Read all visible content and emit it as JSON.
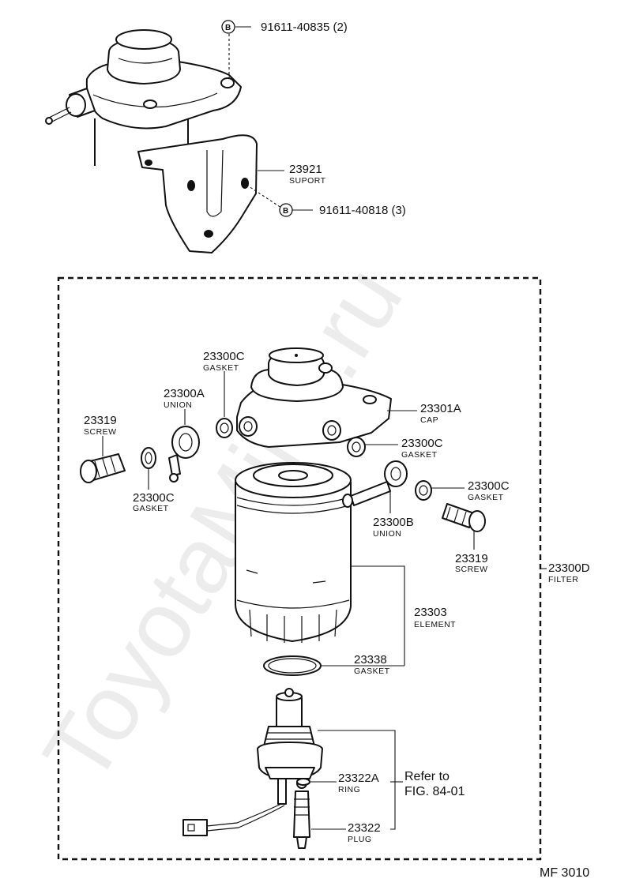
{
  "watermark": "ToyotaMine.ru",
  "figure_code": "MF 3010",
  "bolt_marker": "B",
  "parts": {
    "bolt_top": {
      "number": "91611-40835 (2)"
    },
    "support": {
      "number": "23921",
      "name": "SUPORT"
    },
    "bolt_support": {
      "number": "91611-40818 (3)"
    },
    "gasket_top": {
      "number": "23300C",
      "name": "GASKET"
    },
    "union_left": {
      "number": "23300A",
      "name": "UNION"
    },
    "screw_left": {
      "number": "23319",
      "name": "SCREW"
    },
    "gasket_left": {
      "number": "23300C",
      "name": "GASKET"
    },
    "cap": {
      "number": "23301A",
      "name": "CAP"
    },
    "gasket_mid": {
      "number": "23300C",
      "name": "GASKET"
    },
    "gasket_right": {
      "number": "23300C",
      "name": "GASKET"
    },
    "union_right": {
      "number": "23300B",
      "name": "UNION"
    },
    "screw_right": {
      "number": "23319",
      "name": "SCREW"
    },
    "filter": {
      "number": "23300D",
      "name": "FILTER"
    },
    "element": {
      "number": "23303",
      "name": "ELEMENT"
    },
    "gasket_bottom": {
      "number": "23338",
      "name": "GASKET"
    },
    "ring": {
      "number": "23322A",
      "name": "RING"
    },
    "plug": {
      "number": "23322",
      "name": "PLUG"
    }
  },
  "reference": {
    "line1": "Refer to",
    "line2": "FIG. 84-01"
  }
}
